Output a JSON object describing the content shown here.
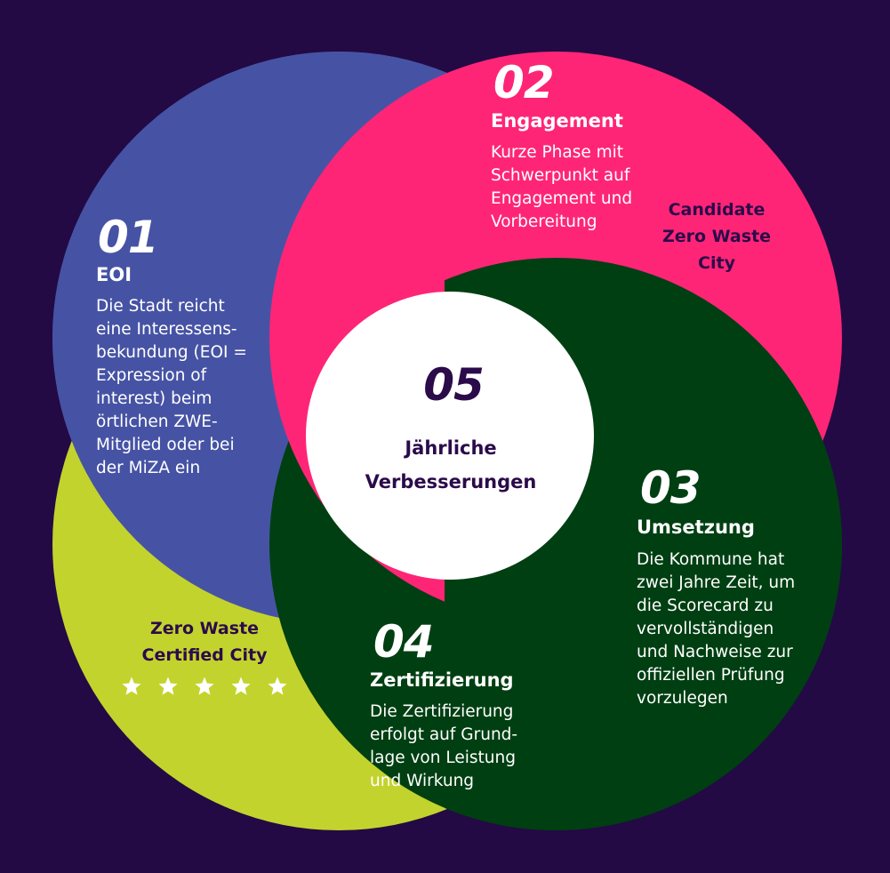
{
  "colors": {
    "background": "#230a44",
    "step01": "#4653a4",
    "step02": "#fe2577",
    "step03": "#003f12",
    "step04": "#c3d32e",
    "step05": "#ffffff",
    "text_dark": "#2b0b4a"
  },
  "steps": [
    {
      "number": "01",
      "title": "EOI",
      "description": "Die Stadt reicht\neine Interessens-\nbekundung (EOI =\nExpression of\ninterest) beim\nörtlichen ZWE-\nMitglied oder bei\nder MiZA ein"
    },
    {
      "number": "02",
      "title": "Engagement",
      "description": "Kurze Phase mit\nSchwerpunkt auf\nEngagement und\nVorbereitung"
    },
    {
      "number": "03",
      "title": "Umsetzung",
      "description": "Die Kommune hat\nzwei Jahre Zeit, um\ndie Scorecard zu\nvervollständigen\nund Nachweise zur\noffiziellen Prüfung\nvorzulegen"
    },
    {
      "number": "04",
      "title": "Zertifizierung",
      "description": "Die Zertifizierung\nerfolgt auf Grund-\nlage von Leistung\nund Wirkung"
    },
    {
      "number": "05",
      "title": "Jährliche\nVerbesserungen"
    }
  ],
  "badges": {
    "candidate": "Candidate\nZero Waste City",
    "certified": "Zero Waste\nCertified City",
    "certified_stars": 5
  }
}
